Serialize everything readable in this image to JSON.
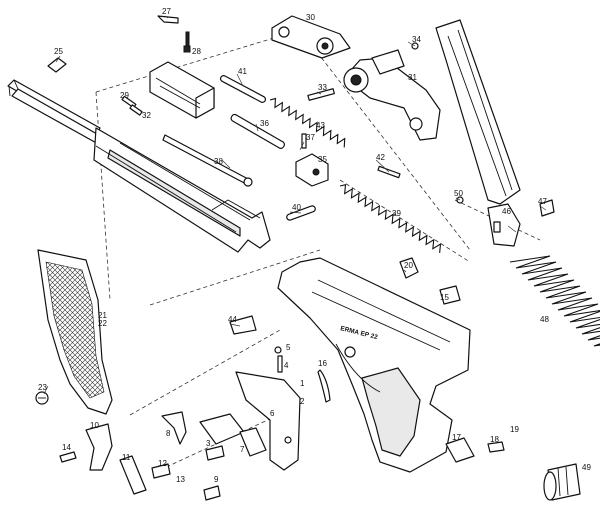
{
  "diagram": {
    "type": "exploded-parts-diagram",
    "markings": {
      "frame_stamp": "ERMA EP 22"
    },
    "callouts": [
      {
        "id": "27",
        "text": "27"
      },
      {
        "id": "28",
        "text": "28"
      },
      {
        "id": "30",
        "text": "30"
      },
      {
        "id": "34",
        "text": "34"
      },
      {
        "id": "31",
        "text": "31"
      },
      {
        "id": "25",
        "text": "25"
      },
      {
        "id": "41",
        "text": "41"
      },
      {
        "id": "33",
        "text": "33"
      },
      {
        "id": "29",
        "text": "29"
      },
      {
        "id": "32",
        "text": "32"
      },
      {
        "id": "36",
        "text": "36"
      },
      {
        "id": "43",
        "text": "43"
      },
      {
        "id": "37",
        "text": "37"
      },
      {
        "id": "35",
        "text": "35"
      },
      {
        "id": "38",
        "text": "38"
      },
      {
        "id": "42",
        "text": "42"
      },
      {
        "id": "50",
        "text": "50"
      },
      {
        "id": "47",
        "text": "47"
      },
      {
        "id": "46",
        "text": "46"
      },
      {
        "id": "40",
        "text": "40"
      },
      {
        "id": "39",
        "text": "39"
      },
      {
        "id": "20",
        "text": "20"
      },
      {
        "id": "15",
        "text": "15"
      },
      {
        "id": "21",
        "text": "21"
      },
      {
        "id": "22",
        "text": "22"
      },
      {
        "id": "48",
        "text": "48"
      },
      {
        "id": "44",
        "text": "44"
      },
      {
        "id": "16",
        "text": "16"
      },
      {
        "id": "5",
        "text": "5"
      },
      {
        "id": "4",
        "text": "4"
      },
      {
        "id": "23",
        "text": "23"
      },
      {
        "id": "1",
        "text": "1"
      },
      {
        "id": "2",
        "text": "2"
      },
      {
        "id": "6",
        "text": "6"
      },
      {
        "id": "10",
        "text": "10"
      },
      {
        "id": "3",
        "text": "3"
      },
      {
        "id": "8",
        "text": "8"
      },
      {
        "id": "7",
        "text": "7"
      },
      {
        "id": "17",
        "text": "17"
      },
      {
        "id": "18",
        "text": "18"
      },
      {
        "id": "19",
        "text": "19"
      },
      {
        "id": "14",
        "text": "14"
      },
      {
        "id": "11",
        "text": "11"
      },
      {
        "id": "12",
        "text": "12"
      },
      {
        "id": "13",
        "text": "13"
      },
      {
        "id": "9",
        "text": "9"
      },
      {
        "id": "49",
        "text": "49"
      }
    ]
  }
}
